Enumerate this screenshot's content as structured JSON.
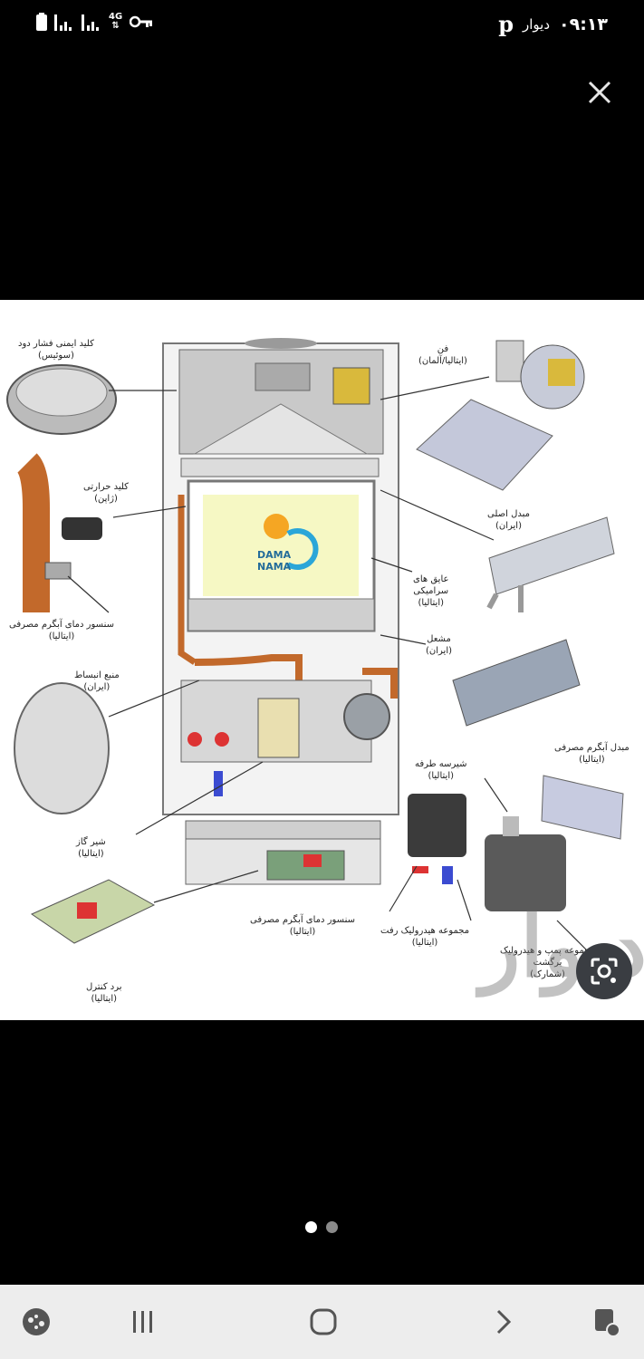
{
  "status_bar": {
    "time": "۰۹:۱۳",
    "app_name": "دیوار",
    "network": "4G"
  },
  "diagram": {
    "logo_line1": "DAMA",
    "logo_line2": "NAMA",
    "labels": {
      "smoke_switch_1": "کلید ایمنی فشار دود",
      "smoke_switch_2": "(سوئیس)",
      "fan_1": "فن",
      "fan_2": "(ایتالیا/آلمان)",
      "thermal_switch_1": "کلید حرارتی",
      "thermal_switch_2": "(ژاپن)",
      "main_exchanger_1": "مبدل اصلی",
      "main_exchanger_2": "(ایران)",
      "insulation_1": "عایق های",
      "insulation_2": "سرامیکی",
      "insulation_3": "(ایتالیا)",
      "dhw_sensor_left_1": "سنسور دمای آبگرم مصرفی",
      "dhw_sensor_left_2": "(ایتالیا)",
      "burner_1": "مشعل",
      "burner_2": "(ایران)",
      "expansion_tank_1": "منبع انبساط",
      "expansion_tank_2": "(ایران)",
      "dhw_exchanger_1": "مبدل آبگرم مصرفی",
      "dhw_exchanger_2": "(ایتالیا)",
      "three_way_1": "شیرسه طرفه",
      "three_way_2": "(ایتالیا)",
      "gas_valve_1": "شیر گاز",
      "gas_valve_2": "(ایتالیا)",
      "dhw_sensor_bottom_1": "سنسور دمای آبگرم مصرفی",
      "dhw_sensor_bottom_2": "(ایتالیا)",
      "hydraulic_supply_1": "مجموعه هیدرولیک رفت",
      "hydraulic_supply_2": "(ایتالیا)",
      "pump_return_1": "مجموعه پمپ و هیدرولیک",
      "pump_return_2": "برگشت",
      "pump_return_3": "(شمارک)",
      "control_board_1": "برد کنترل",
      "control_board_2": "(ایتالیا)"
    },
    "watermark": "دیوار"
  },
  "pager": {
    "active_color": "#ffffff",
    "inactive_color": "#8a8a8a"
  },
  "nav": {
    "icons": [
      "game-launcher-icon",
      "recents-icon",
      "home-icon",
      "forward-icon",
      "screen-edit-icon"
    ]
  }
}
